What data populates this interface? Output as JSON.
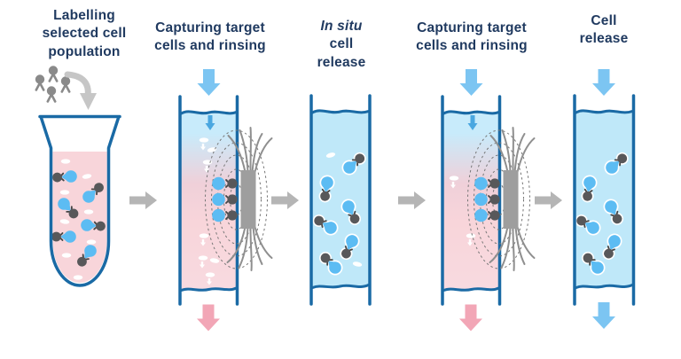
{
  "colors": {
    "background": "#FFFFFF",
    "titleText": "#203A60",
    "outlineBlue": "#1A6AA5",
    "liquidPink": "#F8D5DA",
    "liquidPinkFade": "#EFD0D9",
    "liquidPinkBottom": "#F8DAE0",
    "liquidBlue": "#BFE8F9",
    "liquidBlueTop": "#C8EBFB",
    "cellBlue": "#5CBCF3",
    "beadGray": "#58585A",
    "linkGray": "#454545",
    "nativeCellWhite": "#FFFFFF",
    "flowArrowBlue": "#7CC5F2",
    "innerArrowBlue": "#4AA7E0",
    "wasteArrowPink": "#F2A6B6",
    "stepArrowGray": "#B5B5B5",
    "magnetGray": "#9E9E9E",
    "brushGray": "#8F8F8F",
    "antibodyGray": "#8A8A8A",
    "pourArrowGray": "#C6C6C6",
    "fieldLineGray": "#777777"
  },
  "steps": [
    {
      "title": "Labelling\nselected cell\npopulation"
    },
    {
      "title": "Capturing target\ncells and rinsing"
    },
    {
      "title_italic": "In situ",
      "title_rest": "cell\nrelease"
    },
    {
      "title": "Capturing target\ncells and rinsing"
    },
    {
      "title": "Cell\nrelease"
    }
  ],
  "icons": {
    "antibody": "antibody-icon",
    "pour_arrow": "pour-arrow-icon",
    "step_arrow": "step-arrow-icon",
    "inflow_arrow": "inflow-arrow-icon",
    "flow_direction_arrow": "flow-direction-arrow-icon",
    "waste_outflow_arrow": "waste-outflow-arrow-icon",
    "release_outflow_arrow": "release-outflow-arrow-icon",
    "magnet": "magnet-icon",
    "labelled_cell": "labelled-cell-icon",
    "unlabelled_cell": "unlabelled-cell-icon"
  }
}
